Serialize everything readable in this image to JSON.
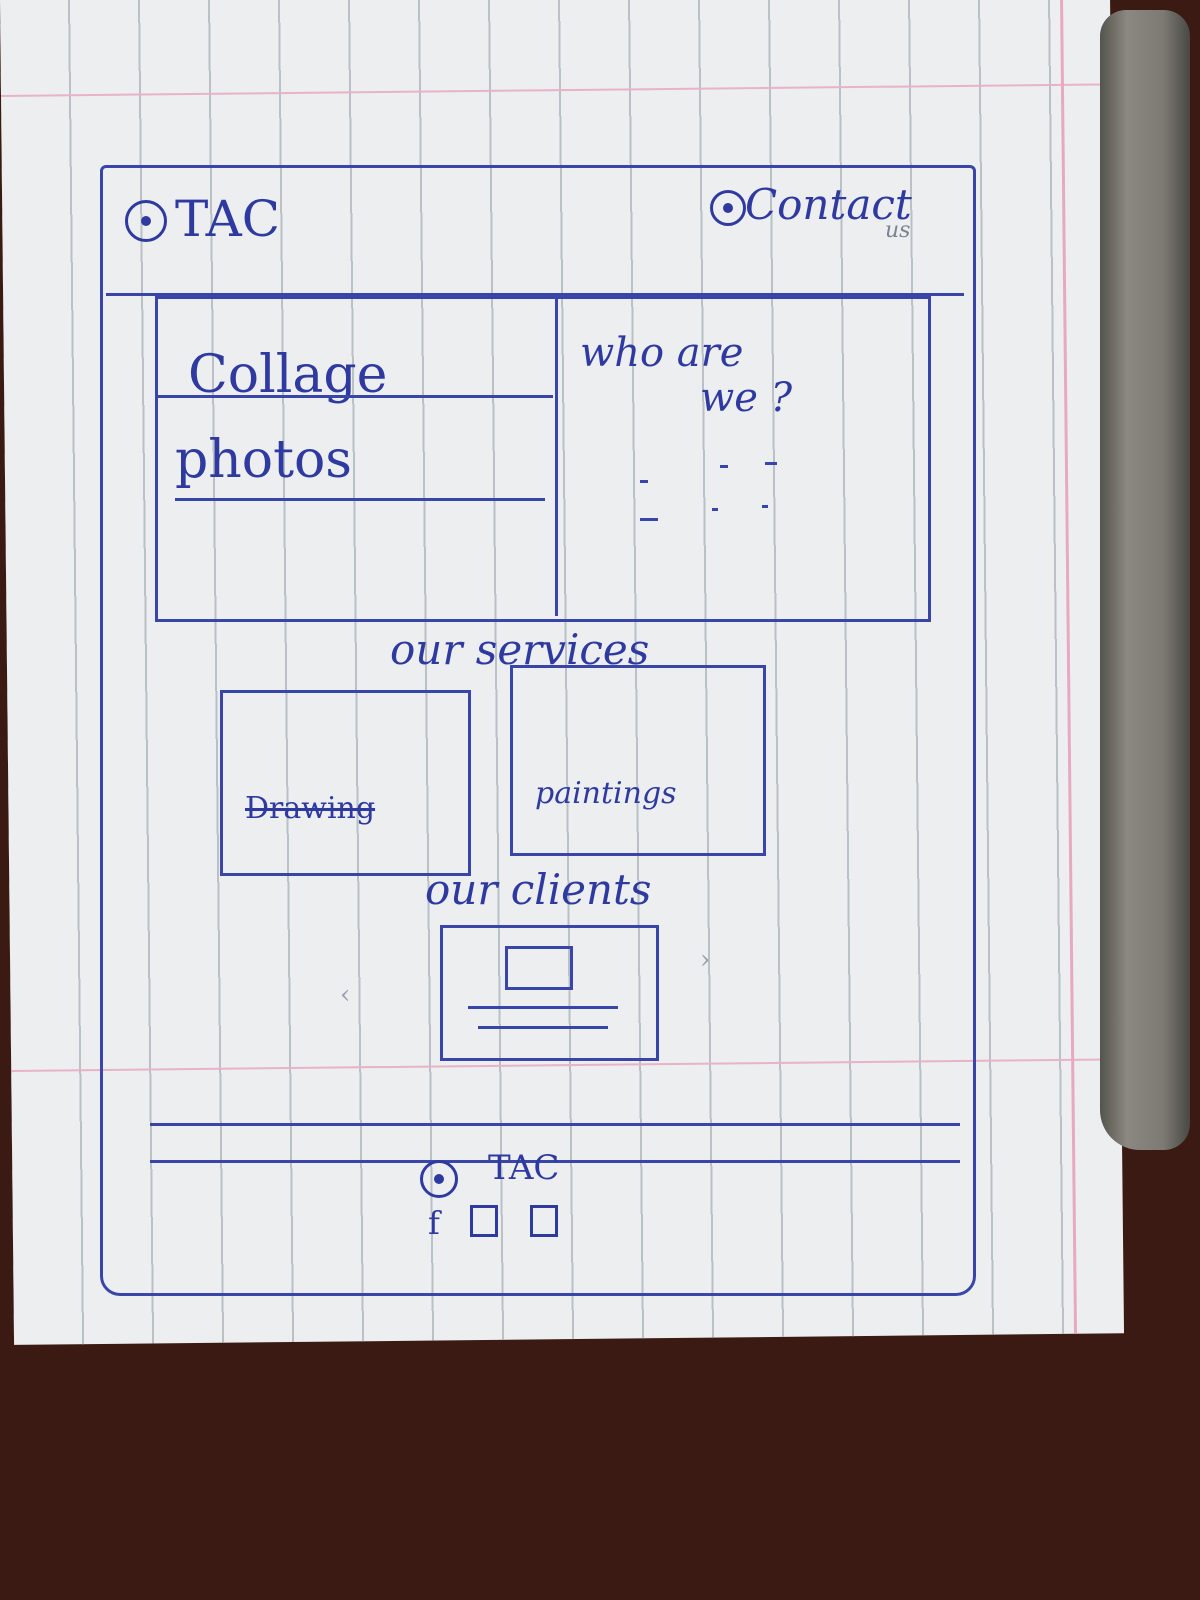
{
  "header": {
    "logo_text": "TAC",
    "contact_text": "Contact",
    "contact_suffix": "us"
  },
  "hero": {
    "collage_line1": "Collage",
    "collage_line2": "photos",
    "about_line1": "who are",
    "about_line2": "we ?"
  },
  "services": {
    "title": "our services",
    "items": [
      {
        "label": "Drawing"
      },
      {
        "label": "paintings"
      }
    ]
  },
  "clients": {
    "title": "our clients"
  },
  "footer": {
    "logo_text": "TAC",
    "social_icons": [
      "facebook-icon",
      "google-icon",
      "instagram-icon"
    ],
    "facebook_glyph": "f"
  },
  "colors": {
    "ink": "#2f3aa0",
    "paper": "#eceef0",
    "table": "#3a1a12"
  }
}
